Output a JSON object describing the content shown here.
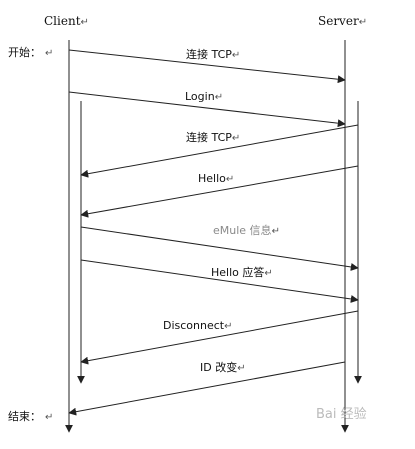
{
  "participants": {
    "client": "Client",
    "server": "Server"
  },
  "side_labels": {
    "start": "开始：",
    "end": "结束："
  },
  "paragraph_mark": "↵",
  "messages": [
    {
      "label": "连接 TCP",
      "from": "client",
      "to": "server"
    },
    {
      "label": "Login",
      "from": "client",
      "to": "server"
    },
    {
      "label": "连接 TCP",
      "from": "server",
      "to": "client"
    },
    {
      "label": "Hello",
      "from": "server",
      "to": "client"
    },
    {
      "label": "eMule 信息",
      "from": "client",
      "to": "server"
    },
    {
      "label": "Hello 应答",
      "from": "client",
      "to": "server"
    },
    {
      "label": "Disconnect",
      "from": "server",
      "to": "client"
    },
    {
      "label": "ID 改变",
      "from": "server",
      "to": "client"
    }
  ],
  "watermark": "Bai 经验",
  "colors": {
    "line": "#222222",
    "text": "#111111",
    "muted_label": "#8a8a8a",
    "watermark": "#bbbbbb"
  }
}
